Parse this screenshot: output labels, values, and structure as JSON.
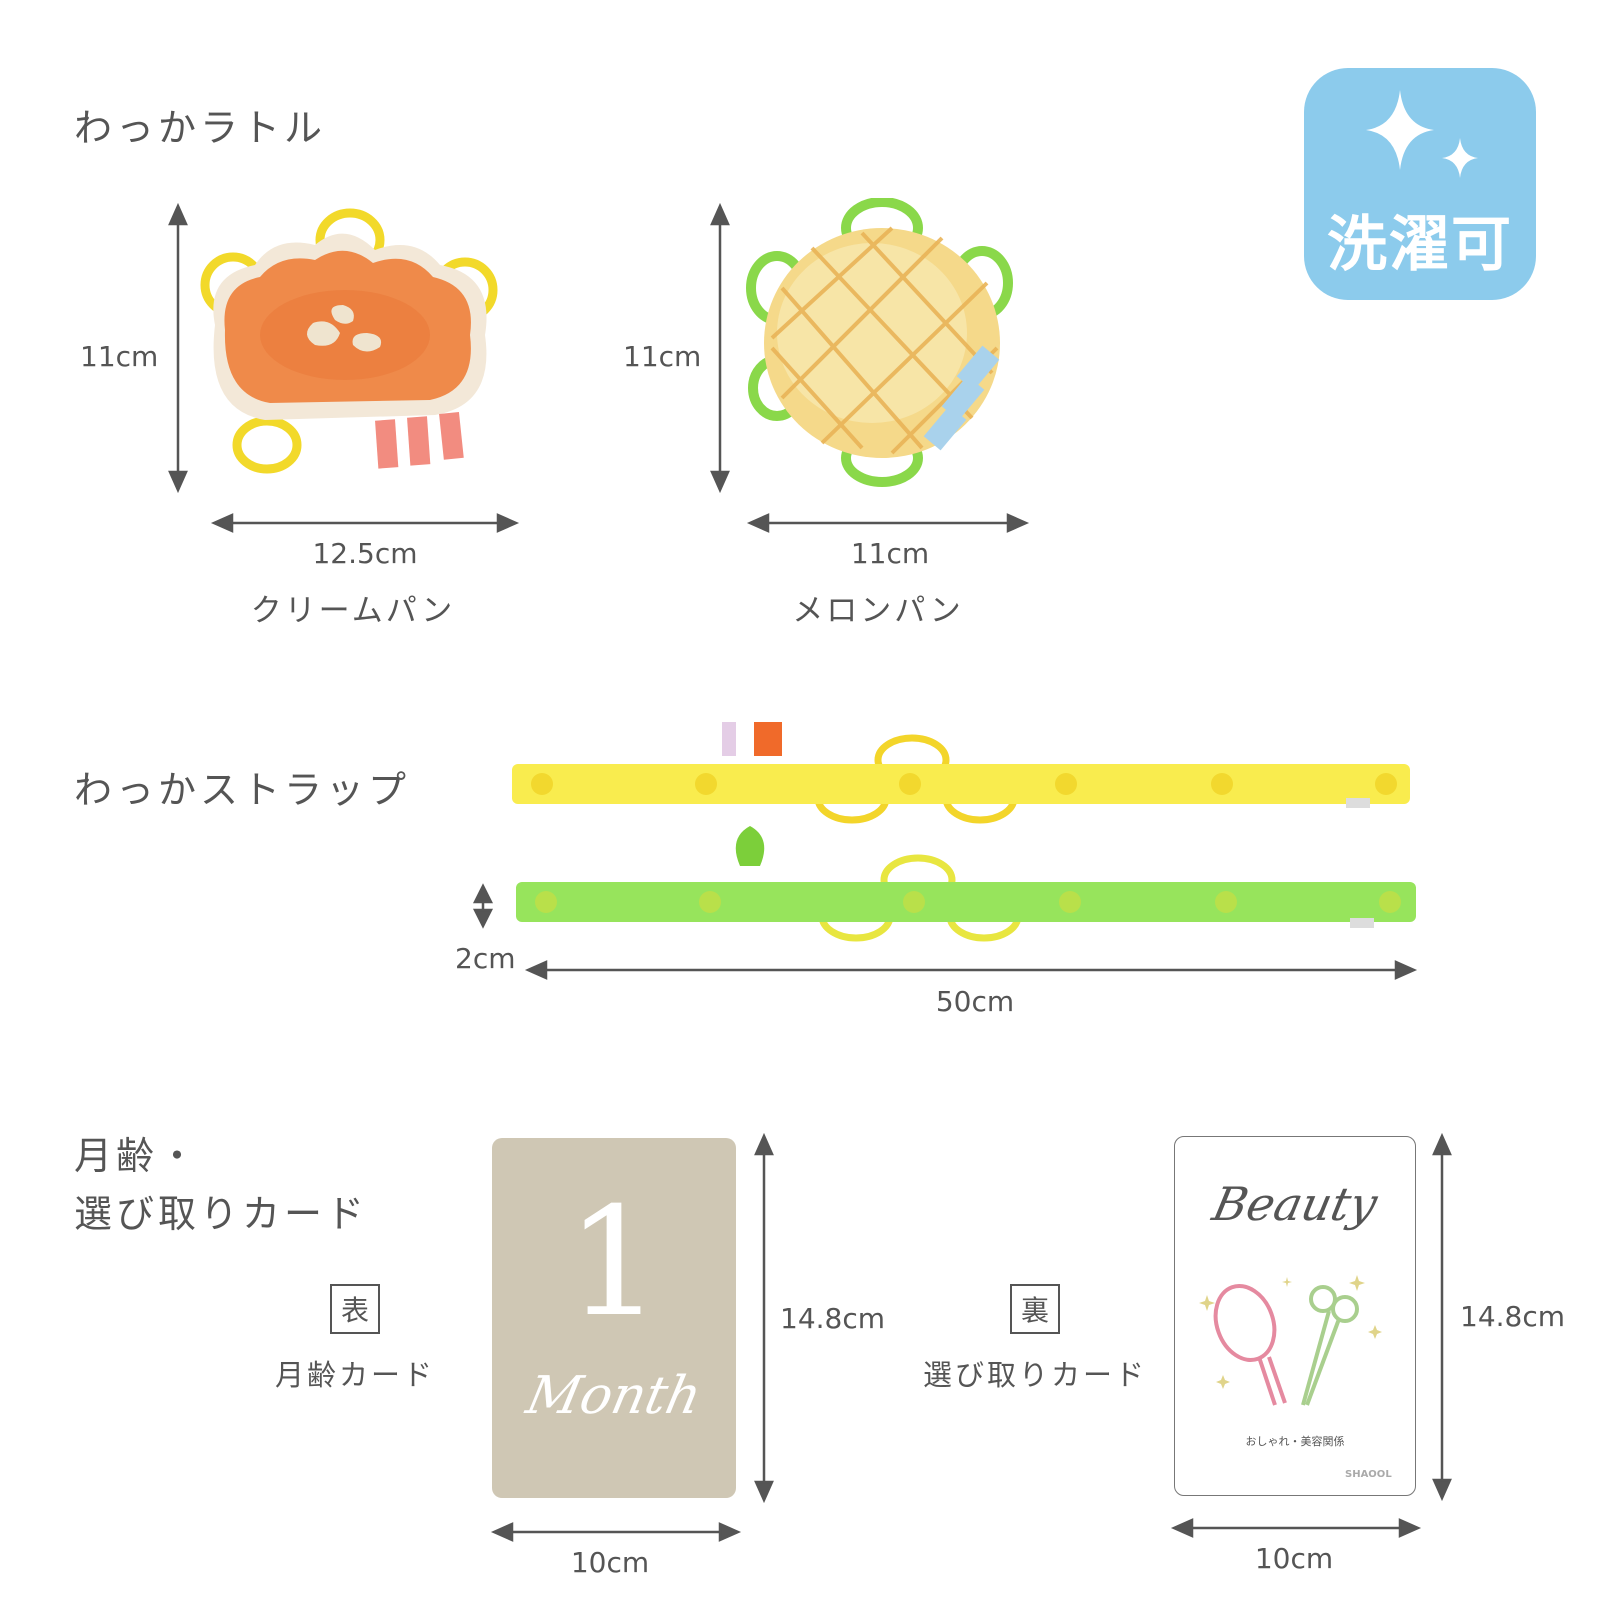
{
  "badge": {
    "label": "洗濯可",
    "color": "#8ccbec"
  },
  "colors": {
    "text": "#555555",
    "arrow": "#555555",
    "card_front_bg": "#cfc7b4"
  },
  "rattle": {
    "title": "わっかラトル",
    "cream_pan": {
      "name": "クリームパン",
      "height": "11cm",
      "width": "12.5cm"
    },
    "melon_pan": {
      "name": "メロンパン",
      "height": "11cm",
      "width": "11cm"
    }
  },
  "strap": {
    "title": "わっかストラップ",
    "width": "2cm",
    "length": "50cm"
  },
  "cards": {
    "title_line1": "月齢・",
    "title_line2": "選び取りカード",
    "front": {
      "tag": "表",
      "name": "月齢カード",
      "height": "14.8cm",
      "width": "10cm",
      "number": "1",
      "script": "Month"
    },
    "back": {
      "tag": "裏",
      "name": "選び取りカード",
      "height": "14.8cm",
      "width": "10cm",
      "script": "Beauty",
      "caption": "おしゃれ・美容関係",
      "brand": "SHAOOL"
    }
  }
}
